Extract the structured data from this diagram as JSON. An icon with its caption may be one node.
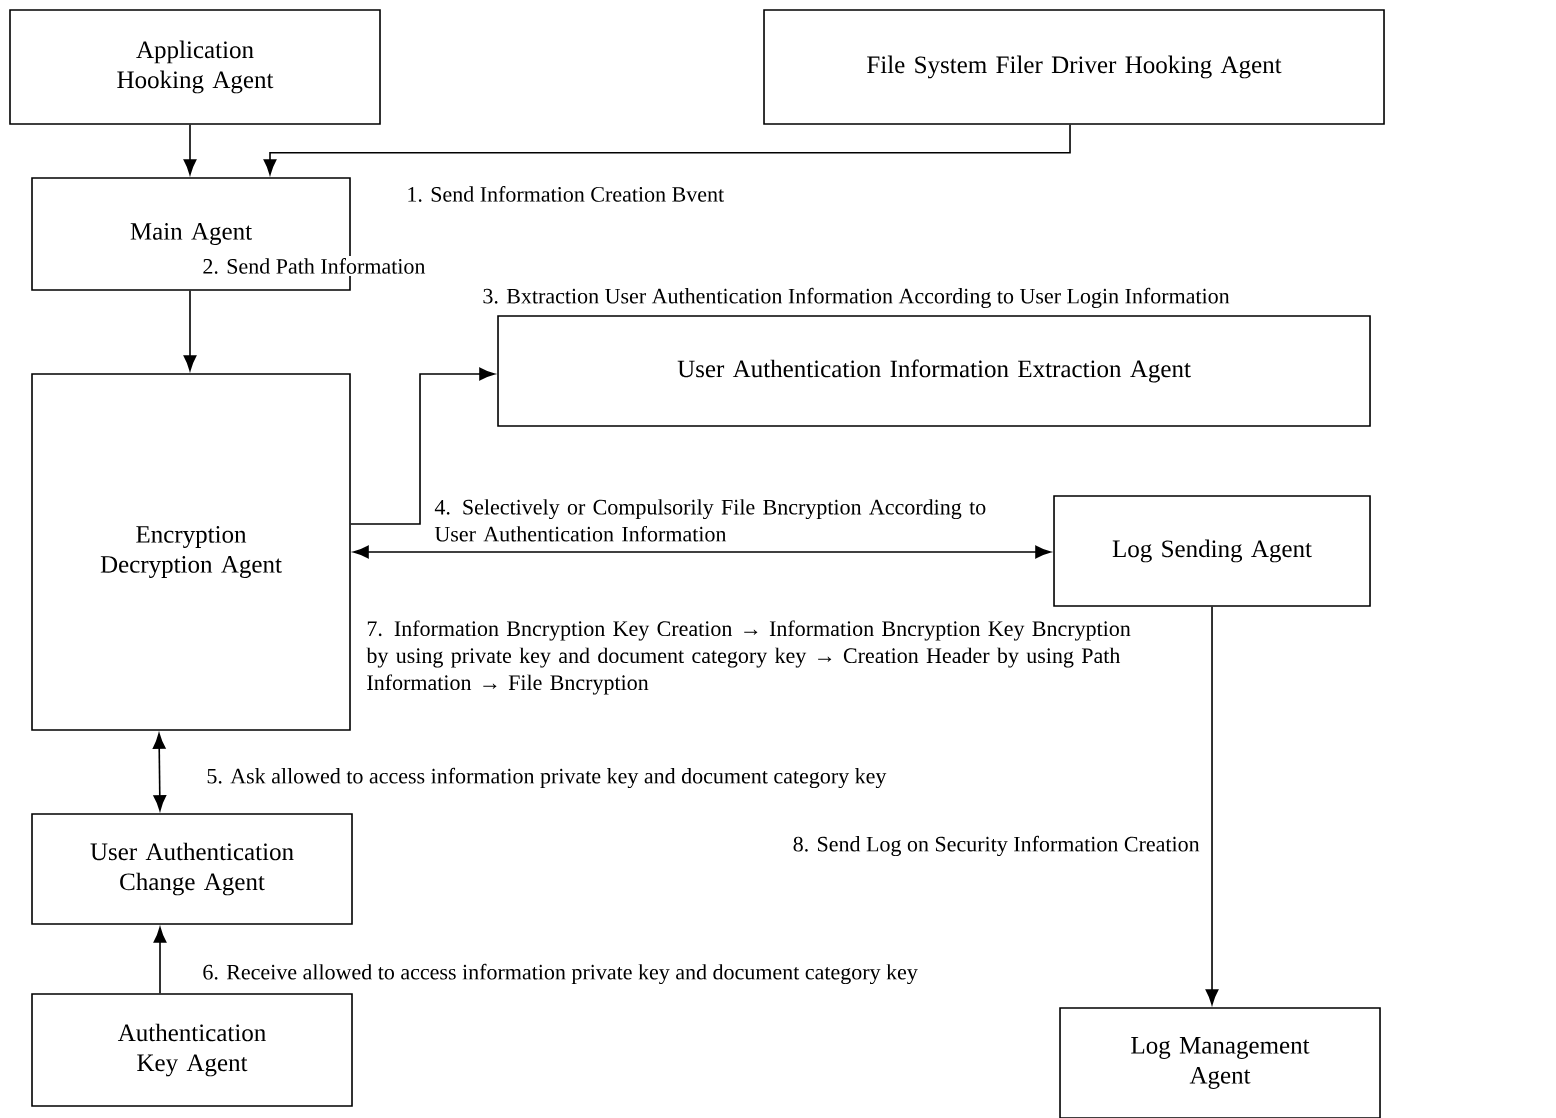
{
  "diagram": {
    "nodes": [
      {
        "text": [
          "Application Hooking Agent"
        ]
      },
      {
        "text": [
          "File System Filer Driver Hooking Agent"
        ]
      },
      {
        "text": [
          "Main Agent"
        ]
      },
      {
        "text": [
          "User Authentication Information Extraction Agent"
        ]
      },
      {
        "text": [
          "Encryption Decryption Agent"
        ]
      },
      {
        "text": [
          "Log Sending Agent"
        ]
      },
      {
        "text": [
          "User Authentication Change Agent"
        ]
      },
      {
        "text": [
          "Authentication Key Agent"
        ]
      },
      {
        "text": [
          "Log Management Agent"
        ]
      }
    ],
    "edges": [
      {
        "from": 0,
        "to": 2,
        "arrow": "to"
      },
      {
        "from": 1,
        "to": 2,
        "arrow": "to",
        "label": "1. Send Information Creation Bvent"
      },
      {
        "from": 2,
        "to": 4,
        "arrow": "to",
        "label": "2. Send Path Information"
      },
      {
        "from": 4,
        "to": 3,
        "arrow": "to",
        "label": "3. Bxtraction User Authentication Information According to User Login Information"
      },
      {
        "from": 4,
        "to": 5,
        "arrow": "both",
        "label": "4. Selectively or Compulsorily File Bncryption According to User Authentication Information"
      },
      {
        "from": 4,
        "to": 6,
        "arrow": "both",
        "label": "5. Ask allowed to access information private key and document category key"
      },
      {
        "from": 7,
        "to": 6,
        "arrow": "to",
        "label": "6. Receive allowed to access information private key and document category key"
      },
      {
        "from": 5,
        "to": 8,
        "arrow": "to",
        "label": "8. Send Log on Security Information Creation"
      }
    ],
    "labels": [
      "7. Information Bncryption Key Creation → Information Bncryption Key Bncryption by using private key and document category key → Creation Header by using Path Information → File Bncryption"
    ]
  }
}
